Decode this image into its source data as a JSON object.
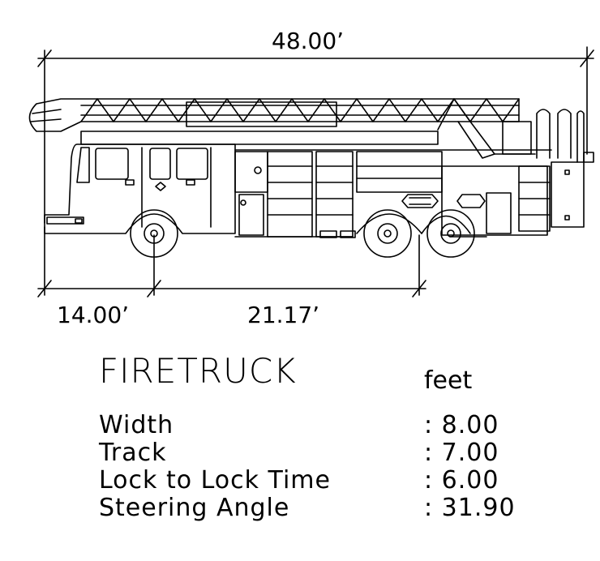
{
  "dimensions": {
    "overall_length": "48.00’",
    "front_overhang": "14.00’",
    "wheelbase": "21.17’"
  },
  "title": "FIRETRUCK",
  "units": "feet",
  "specs": [
    {
      "label": "Width",
      "value": ": 8.00"
    },
    {
      "label": "Track",
      "value": ": 7.00"
    },
    {
      "label": "Lock to Lock Time",
      "value": ": 6.00"
    },
    {
      "label": "Steering Angle",
      "value": ": 31.90"
    }
  ]
}
